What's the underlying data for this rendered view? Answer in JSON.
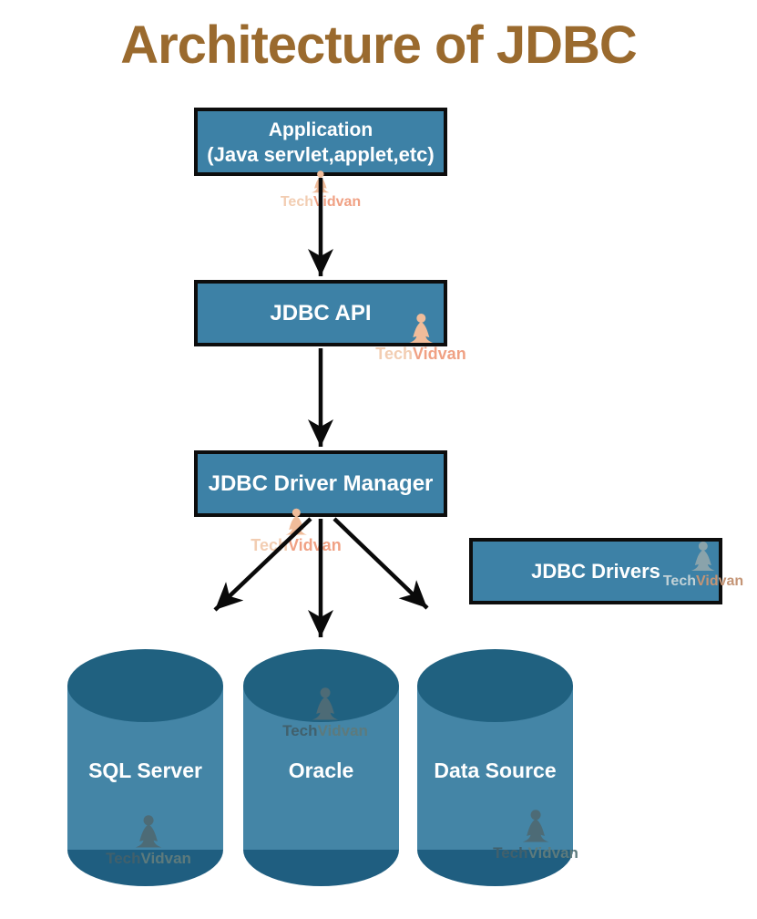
{
  "title": "Architecture of JDBC",
  "nodes": {
    "application": {
      "line1": "Application",
      "line2": "(Java servlet,applet,etc)"
    },
    "jdbc_api": {
      "label": "JDBC API"
    },
    "driver_manager": {
      "label": "JDBC Driver Manager"
    },
    "jdbc_drivers": {
      "label": "JDBC Drivers"
    }
  },
  "databases": [
    {
      "label": "SQL Server"
    },
    {
      "label": "Oracle"
    },
    {
      "label": "Data Source"
    }
  ],
  "watermark": {
    "tech": "Tech",
    "vidvan": "Vidvan"
  },
  "colors": {
    "title_text": "#9A6A2E",
    "node_fill": "#3D81A6",
    "node_border": "#0D0D0D",
    "node_text": "#FFFFFF",
    "cylinder_body": "#4485A6",
    "cylinder_cap": "#206180",
    "arrow": "#0A0A0A",
    "background": "#FFFFFF"
  }
}
